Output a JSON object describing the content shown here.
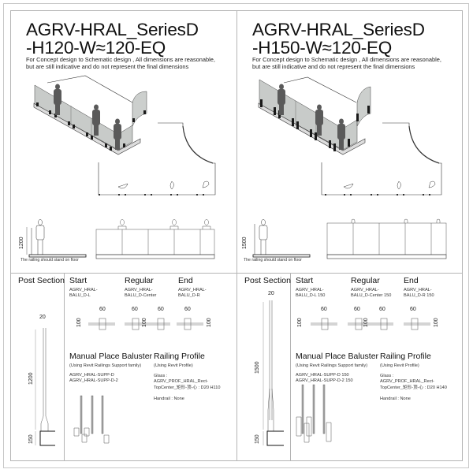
{
  "panels": [
    {
      "id": "h120",
      "title_line1": "AGRV-HRAL_SeriesD",
      "title_line2": "-H120-W≈120-EQ",
      "subtitle_line1": "For Concept design to Schematic design , All dimensions are reasonable,",
      "subtitle_line2": "but are still indicative and do not represent the final dimensions",
      "elevation_height": "1200",
      "floor_note": "The railing should stand on floor",
      "post_section": {
        "label": "Post Section",
        "width_dim": "20",
        "height_dim": "1200",
        "base_dim": "150"
      },
      "balusters": {
        "start": {
          "label": "Start",
          "family_line1": "AGRV_HRAL-",
          "family_line2": "BALU_D-L",
          "width_dim": "60",
          "depth_dim": "100"
        },
        "regular": {
          "label": "Regular",
          "family_line1": "AGRV_HRAL-",
          "family_line2": "BALU_D-Center",
          "width_dim_1": "60",
          "width_dim_2": "60",
          "depth_dim": "100"
        },
        "end": {
          "label": "End",
          "family_line1": "AGRV_HRAL-",
          "family_line2": "BALU_D-R",
          "width_dim": "60",
          "depth_dim": "100"
        }
      },
      "manual_baluster": {
        "label": "Manual Place Baluster",
        "note": "(Using Revit Railings Support family)",
        "family_1": "AGRV_HRAL-SUPP-D",
        "family_2": "AGRV_HRAL-SUPP-D-2"
      },
      "railing_profile": {
        "label": "Railing Profile",
        "note": "(Using Revit Profile)",
        "glass_label": "Glass :",
        "glass_line1": "AGRV_PROF_HRAL_Rect-",
        "glass_line2": "TopCenter_矩形-顶-心 : D20 H110",
        "handrail": "Handrail : None"
      }
    },
    {
      "id": "h150",
      "title_line1": "AGRV-HRAL_SeriesD",
      "title_line2": "-H150-W≈120-EQ",
      "subtitle_line1": "For Concept design to Schematic design , All dimensions are reasonable,",
      "subtitle_line2": "but are still indicative and do not represent the final dimensions",
      "elevation_height": "1500",
      "floor_note": "The railing should stand on floor",
      "post_section": {
        "label": "Post Section",
        "width_dim": "20",
        "height_dim": "1500",
        "base_dim": "150"
      },
      "balusters": {
        "start": {
          "label": "Start",
          "family_line1": "AGRV_HRAL-",
          "family_line2": "BALU_D-L 150",
          "width_dim": "60",
          "depth_dim": "100"
        },
        "regular": {
          "label": "Regular",
          "family_line1": "AGRV_HRAL-",
          "family_line2": "BALU_D-Center 150",
          "width_dim_1": "60",
          "width_dim_2": "60",
          "depth_dim": "100"
        },
        "end": {
          "label": "End",
          "family_line1": "AGRV_HRAL-",
          "family_line2": "BALU_D-R 150",
          "width_dim": "60",
          "depth_dim": "100"
        }
      },
      "manual_baluster": {
        "label": "Manual Place Baluster",
        "note": "(Using Revit Railings Support family)",
        "family_1": "AGRV_HRAL-SUPP-D 150",
        "family_2": "AGRV_HRAL-SUPP-D-2 150"
      },
      "railing_profile": {
        "label": "Railing Profile",
        "note": "(Using Revit Profile)",
        "glass_label": "Glass :",
        "glass_line1": "AGRV_PROF_HRAL_Rect-",
        "glass_line2": "TopCenter_矩形-顶-心 : D20 H140",
        "handrail": "Handrail : None"
      }
    }
  ],
  "colors": {
    "frame": "#b4b4b4",
    "glass": "#9aa09c",
    "post": "#1a1a1a",
    "figure": "#5a5a5a"
  }
}
